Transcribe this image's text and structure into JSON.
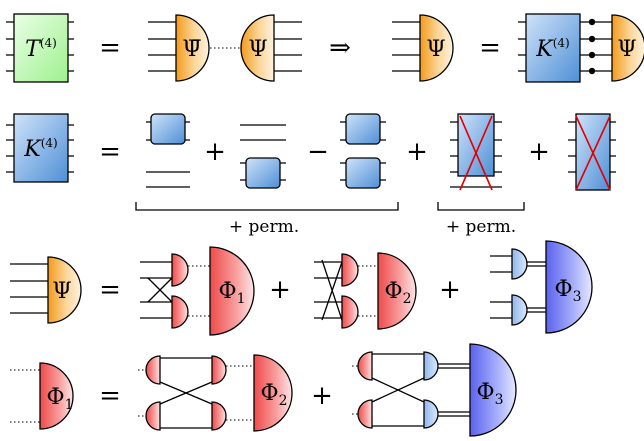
{
  "symbols": {
    "T4": "T",
    "T4_sup": "(4)",
    "K4": "K",
    "K4_sup": "(4)",
    "Psi": "Ψ",
    "Psi_bar": "Ψ̄",
    "Phi": "Φ",
    "sub1": "1",
    "sub2": "2",
    "sub3": "3"
  },
  "operators": {
    "equals": "=",
    "implies": "⇒",
    "plus": "+",
    "minus": "−"
  },
  "annotations": {
    "perm_1": "+ perm.",
    "perm_2": "+ perm."
  },
  "colors": {
    "T_fill": "#b9f5b0",
    "K_fill": "#6fa8dc",
    "Psi_fill": "#f5a623",
    "Phi_red": "#f15a5a",
    "Phi_blue": "#6b74f0",
    "light_blue": "#a6c8f0",
    "cross": "#e00000"
  }
}
